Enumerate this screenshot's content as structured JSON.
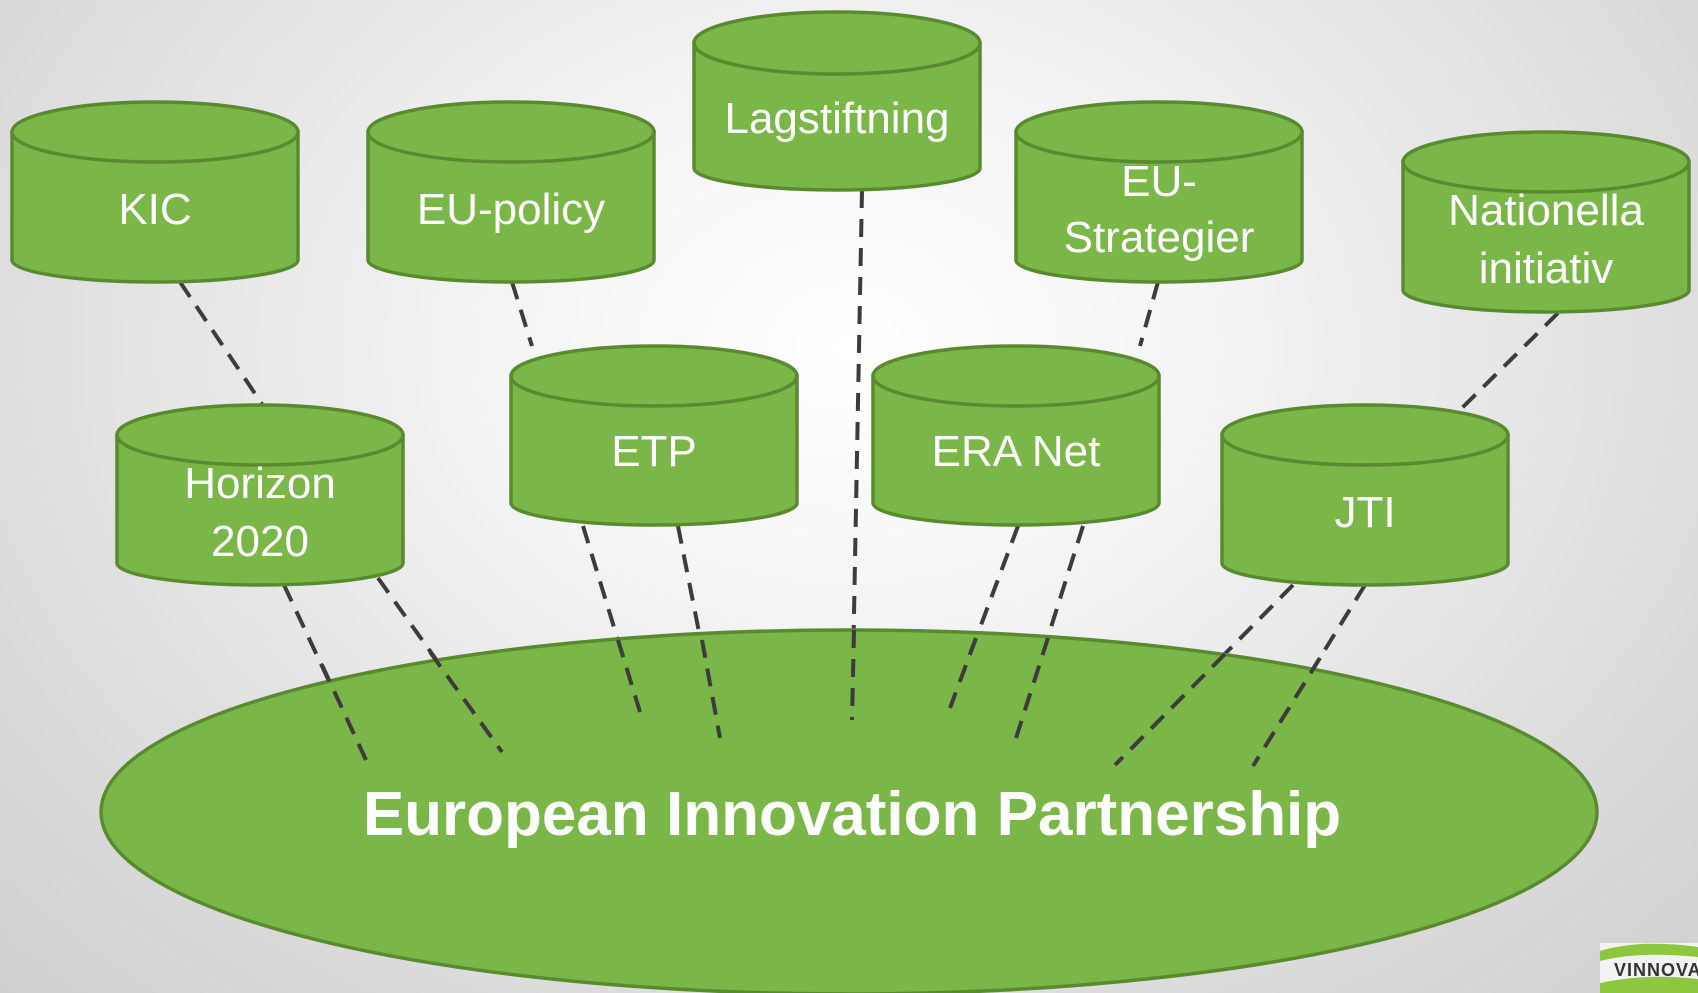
{
  "diagram": {
    "center": {
      "label": "European Innovation Partnership"
    },
    "nodes": [
      {
        "id": "kic",
        "lines": [
          "KIC"
        ]
      },
      {
        "id": "eu-policy",
        "lines": [
          "EU-policy"
        ]
      },
      {
        "id": "lagstiftning",
        "lines": [
          "Lagstiftning"
        ]
      },
      {
        "id": "eu-strategier",
        "lines": [
          "EU-",
          "Strategier"
        ]
      },
      {
        "id": "nationella-initiativ",
        "lines": [
          "Nationella",
          "initiativ"
        ]
      },
      {
        "id": "horizon-2020",
        "lines": [
          "Horizon",
          "2020"
        ]
      },
      {
        "id": "etp",
        "lines": [
          "ETP"
        ]
      },
      {
        "id": "era-net",
        "lines": [
          "ERA Net"
        ]
      },
      {
        "id": "jti",
        "lines": [
          "JTI"
        ]
      }
    ],
    "connections": [
      [
        "kic",
        "horizon-2020"
      ],
      [
        "eu-policy",
        "etp"
      ],
      [
        "eu-strategier",
        "era-net"
      ],
      [
        "nationella-initiativ",
        "jti"
      ],
      [
        "lagstiftning",
        "center"
      ],
      [
        "horizon-2020",
        "center"
      ],
      [
        "etp",
        "center"
      ],
      [
        "era-net",
        "center"
      ],
      [
        "jti",
        "center"
      ]
    ]
  },
  "logo": {
    "text": "VINNOVA"
  },
  "colors": {
    "node_fill": "#7ab648",
    "node_stroke": "#5a8a2f",
    "connector": "#3c3c3c",
    "text": "#ffffff"
  }
}
